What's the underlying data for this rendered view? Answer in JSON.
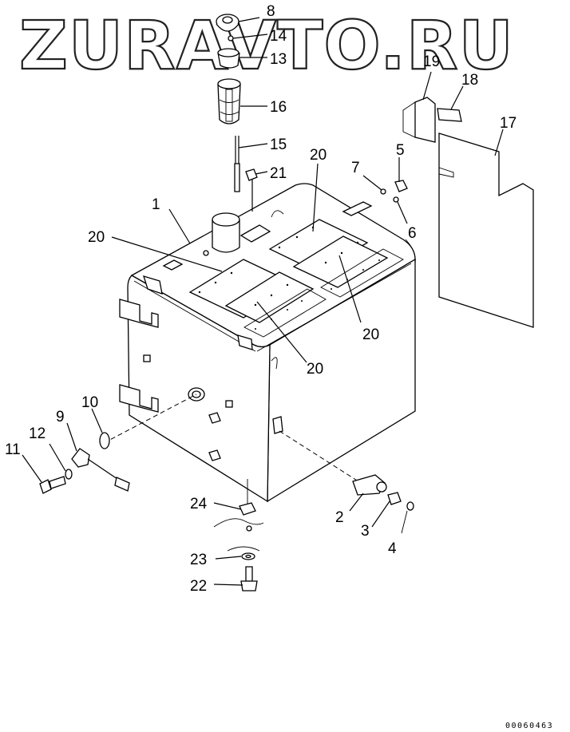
{
  "watermark": "ZURAVTO.RU",
  "drawing_code": "00060463",
  "callouts": [
    {
      "id": "c1",
      "text": "1"
    },
    {
      "id": "c2",
      "text": "2"
    },
    {
      "id": "c3",
      "text": "3"
    },
    {
      "id": "c4",
      "text": "4"
    },
    {
      "id": "c5",
      "text": "5"
    },
    {
      "id": "c6",
      "text": "6"
    },
    {
      "id": "c7",
      "text": "7"
    },
    {
      "id": "c8",
      "text": "8"
    },
    {
      "id": "c9",
      "text": "9"
    },
    {
      "id": "c10",
      "text": "10"
    },
    {
      "id": "c11",
      "text": "11"
    },
    {
      "id": "c12",
      "text": "12"
    },
    {
      "id": "c13",
      "text": "13"
    },
    {
      "id": "c14",
      "text": "14"
    },
    {
      "id": "c15",
      "text": "15"
    },
    {
      "id": "c16",
      "text": "16"
    },
    {
      "id": "c17",
      "text": "17"
    },
    {
      "id": "c18",
      "text": "18"
    },
    {
      "id": "c19",
      "text": "19"
    },
    {
      "id": "c20a",
      "text": "20"
    },
    {
      "id": "c20b",
      "text": "20"
    },
    {
      "id": "c20c",
      "text": "20"
    },
    {
      "id": "c20d",
      "text": "20"
    },
    {
      "id": "c21",
      "text": "21"
    },
    {
      "id": "c22",
      "text": "22"
    },
    {
      "id": "c23",
      "text": "23"
    },
    {
      "id": "c24",
      "text": "24"
    }
  ]
}
